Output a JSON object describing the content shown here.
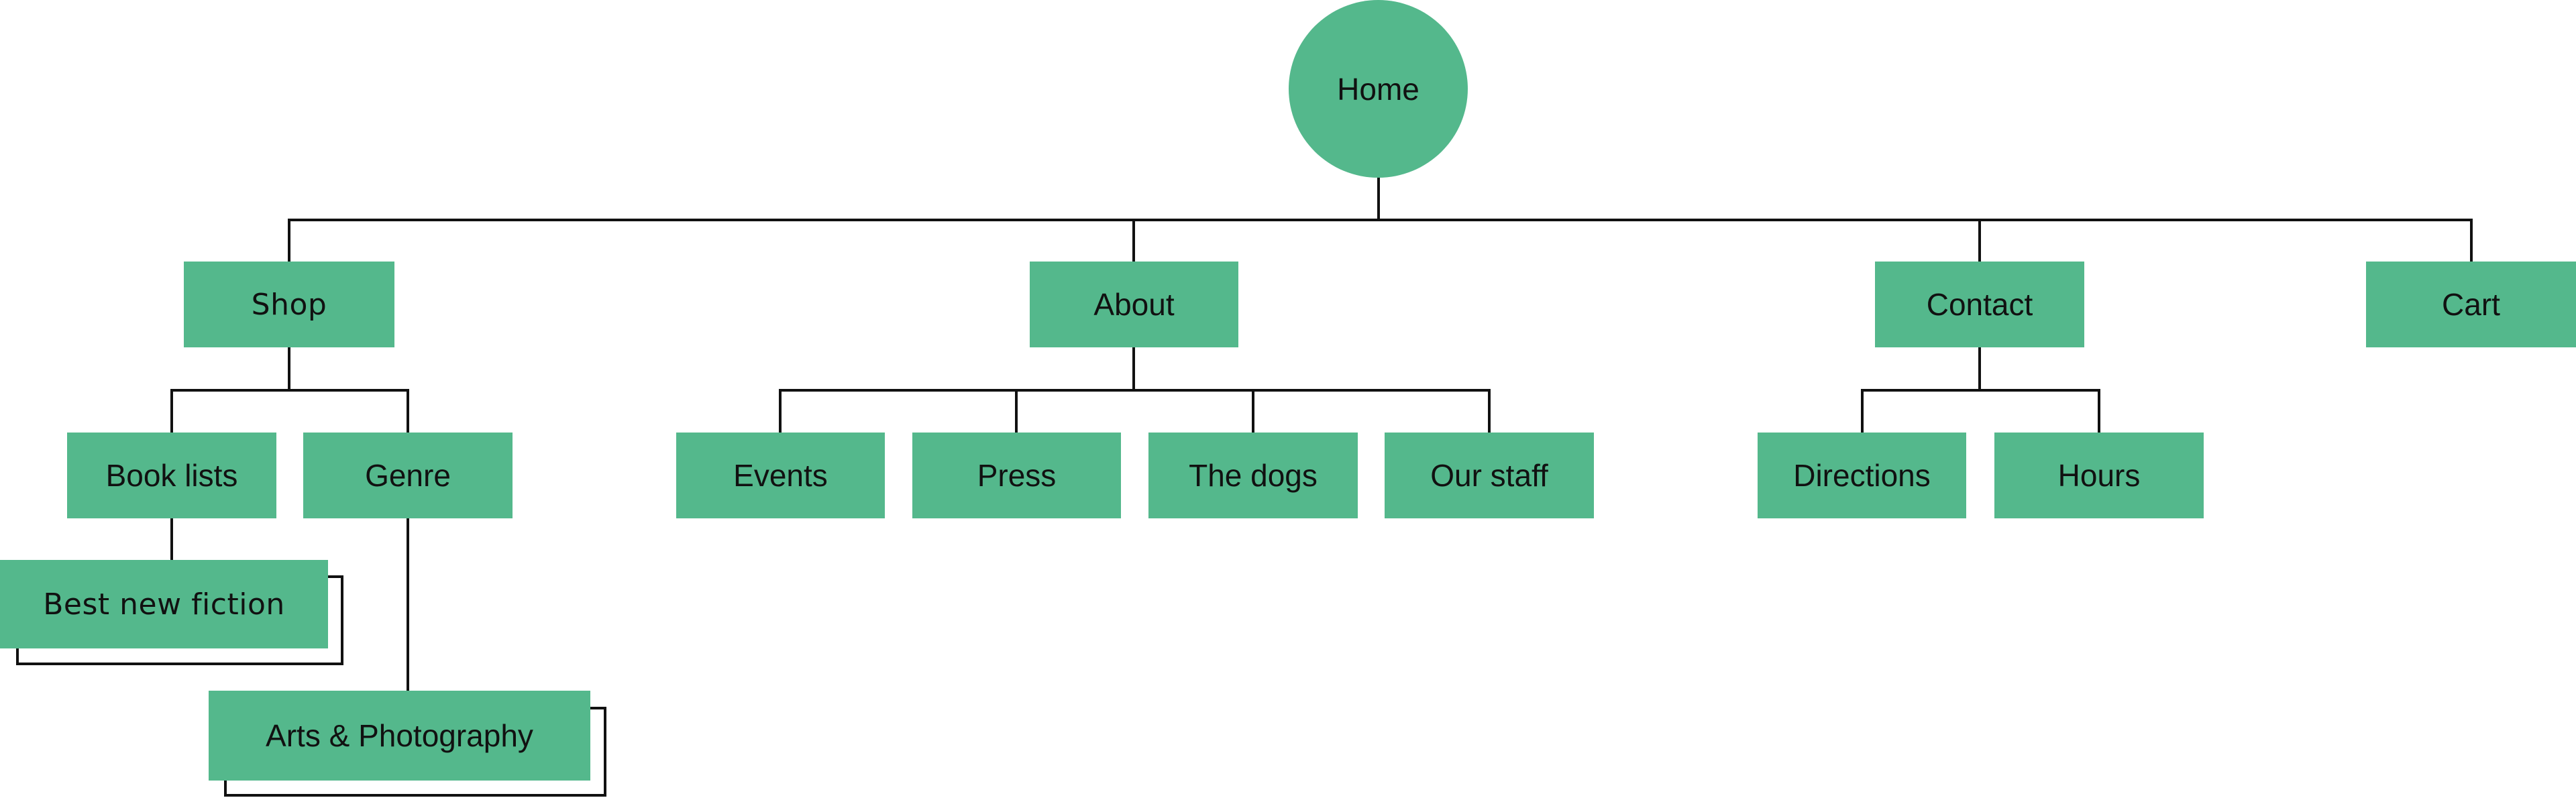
{
  "colors": {
    "node_fill": "#54b88c",
    "line": "#111111",
    "text": "#111111",
    "background": "#ffffff"
  },
  "sitemap": {
    "home": "Home",
    "shop": {
      "label": "Shop",
      "book_lists": {
        "label": "Book lists",
        "children": [
          "Best new fiction"
        ]
      },
      "genre": {
        "label": "Genre",
        "children": [
          "Arts & Photography"
        ]
      }
    },
    "about": {
      "label": "About",
      "children": [
        "Events",
        "Press",
        "The dogs",
        "Our staff"
      ]
    },
    "contact": {
      "label": "Contact",
      "children": [
        "Directions",
        "Hours"
      ]
    },
    "cart": "Cart"
  }
}
